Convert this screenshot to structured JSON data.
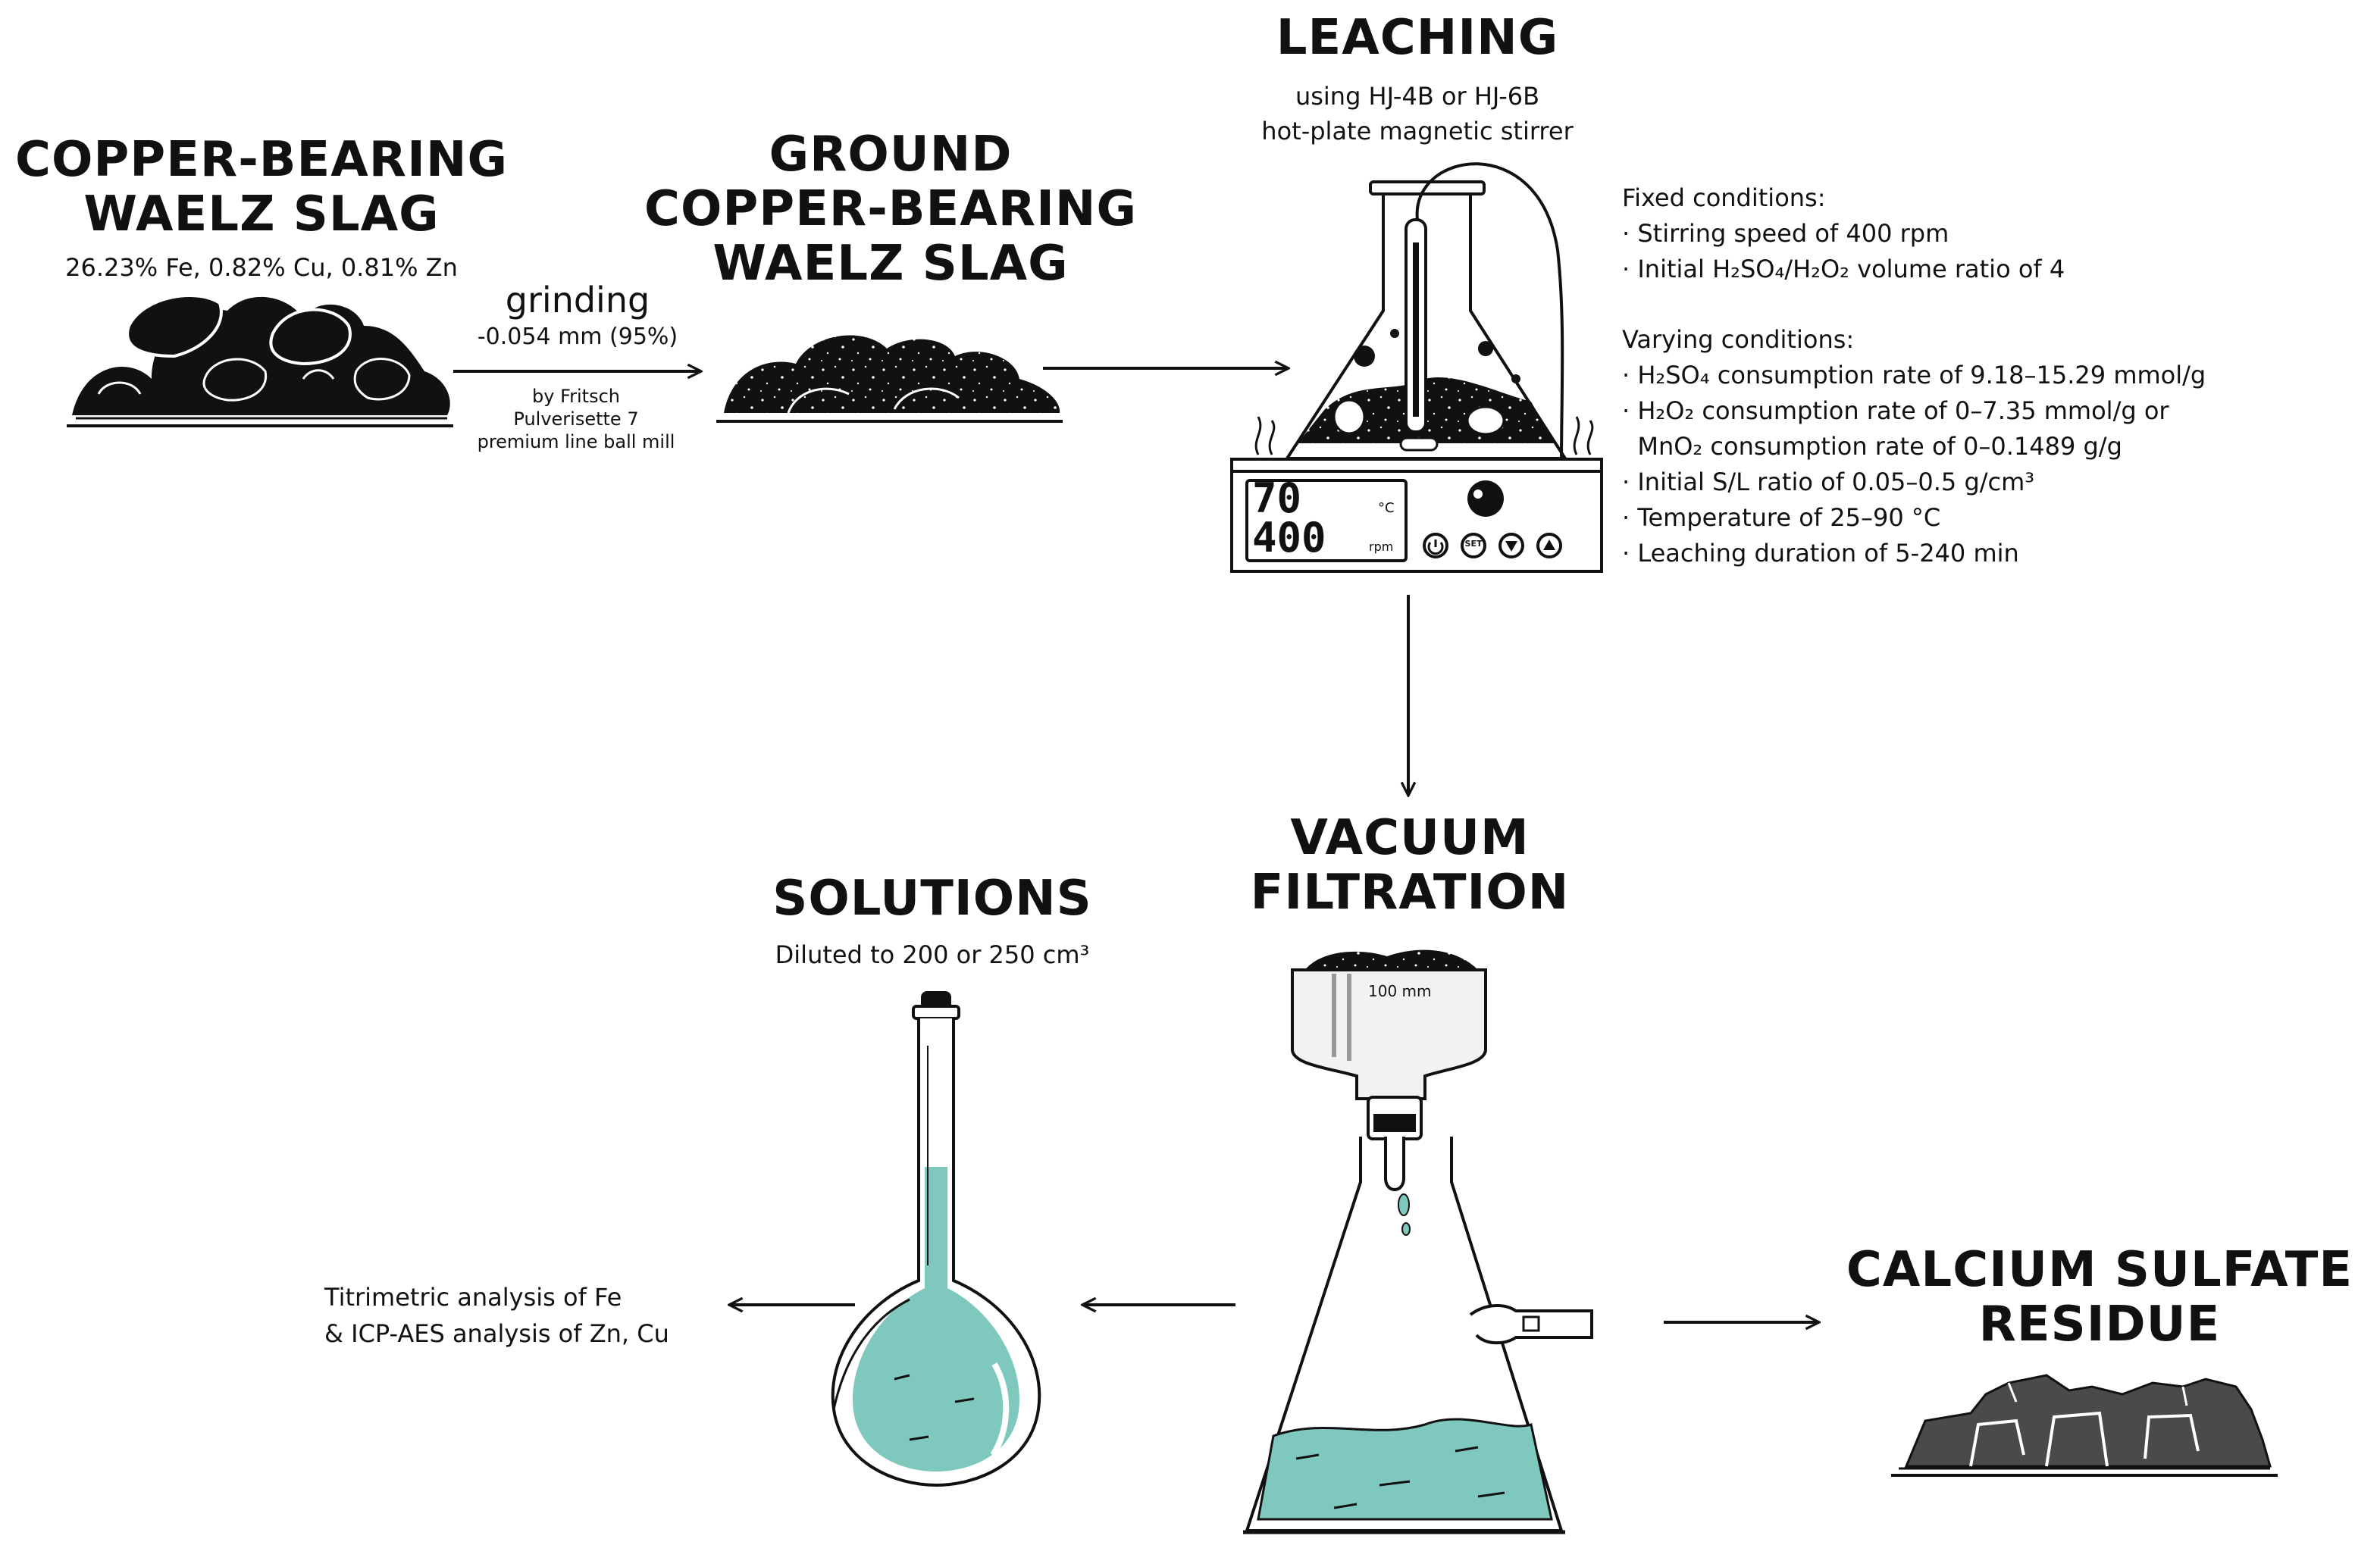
{
  "colors": {
    "ink": "#111111",
    "rock_dark": "#111111",
    "residue_gray": "#4a4a4a",
    "solution_teal": "#7ec8be",
    "solution_light": "#c9e9e4"
  },
  "slag": {
    "title_lines": [
      "COPPER-BEARING",
      "WAELZ SLAG"
    ],
    "composition": "26.23% Fe, 0.82% Cu, 0.81% Zn"
  },
  "grinding": {
    "label": "grinding",
    "size": "-0.054 mm (95%)",
    "equipment_lines": [
      "by Fritsch",
      "Pulverisette 7",
      "premium line ball mill"
    ]
  },
  "ground": {
    "title_lines": [
      "GROUND",
      "COPPER-BEARING",
      "WAELZ SLAG"
    ]
  },
  "leaching": {
    "title": "LEACHING",
    "subtitle_lines": [
      "using HJ-4B or HJ-6B",
      "hot-plate magnetic stirrer"
    ],
    "stirrer_display": {
      "temperature": "70",
      "temperature_unit": "°C",
      "speed": "400",
      "speed_unit": "rpm",
      "set_button": "SET"
    }
  },
  "conditions": {
    "fixed_title": "Fixed conditions:",
    "fixed": [
      "· Stirring speed of 400 rpm",
      "· Initial H₂SO₄/H₂O₂ volume ratio of 4"
    ],
    "varying_title": "Varying conditions:",
    "varying": [
      "· H₂SO₄ consumption rate of 9.18–15.29 mmol/g",
      "· H₂O₂ consumption rate of 0–7.35 mmol/g or",
      "  MnO₂ consumption rate of 0–0.1489 g/g",
      "· Initial S/L ratio of 0.05–0.5 g/cm³",
      "· Temperature of 25–90 °C",
      "· Leaching duration of 5-240 min"
    ]
  },
  "filtration": {
    "title_lines": [
      "VACUUM",
      "FILTRATION"
    ],
    "funnel_label": "100 mm"
  },
  "solutions": {
    "title": "SOLUTIONS",
    "subtitle": "Diluted to 200 or 250 cm³"
  },
  "analysis": {
    "lines": [
      "Titrimetric analysis of Fe",
      "& ICP-AES analysis of Zn, Cu"
    ]
  },
  "residue": {
    "title_lines": [
      "CALCIUM SULFATE",
      "RESIDUE"
    ]
  }
}
